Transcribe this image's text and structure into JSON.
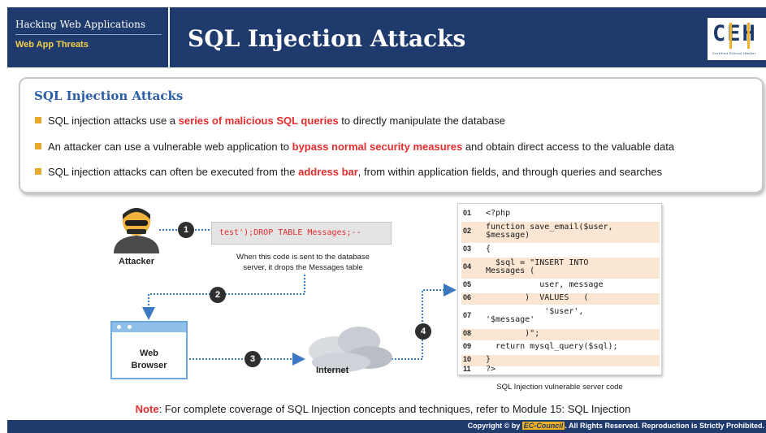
{
  "header": {
    "section": "Hacking Web Applications",
    "subsection": "Web App Threats",
    "title": "SQL Injection Attacks",
    "logo_letters": "CEH",
    "logo_tagline": "Certified Ethical Hacker"
  },
  "summary": {
    "title": "SQL Injection Attacks",
    "bullets": [
      {
        "before": "SQL injection attacks use a ",
        "highlight": "series of malicious SQL queries",
        "after": " to directly manipulate the database"
      },
      {
        "before": "An attacker can use a vulnerable web application to ",
        "highlight": "bypass normal security measures",
        "after": " and obtain direct access to the valuable data"
      },
      {
        "before": "SQL injection attacks can often be executed from the ",
        "highlight": "address bar",
        "after": ", from within application fields, and through queries and searches"
      }
    ]
  },
  "diagram": {
    "attacker_label": "Attacker",
    "injected_code": "test');DROP TABLE Messages;--",
    "injected_caption_line1": "When this code is sent to the database",
    "injected_caption_line2": "server, it drops the Messages table",
    "browser_label_line1": "Web",
    "browser_label_line2": "Browser",
    "internet_label": "Internet",
    "steps": [
      "1",
      "2",
      "3",
      "4"
    ],
    "code_lines": [
      {
        "num": "01",
        "text": "<?php"
      },
      {
        "num": "02",
        "text": "function save_email($user,\n$message)"
      },
      {
        "num": "03",
        "text": "{"
      },
      {
        "num": "04",
        "text": "  $sql = \"INSERT INTO\nMessages ("
      },
      {
        "num": "05",
        "text": "           user, message"
      },
      {
        "num": "06",
        "text": "        )  VALUES   ("
      },
      {
        "num": "07",
        "text": "            '$user',\n'$message'"
      },
      {
        "num": "08",
        "text": "        )\";"
      },
      {
        "num": "09",
        "text": "  return mysql_query($sql);"
      },
      {
        "num": "10",
        "text": "}"
      },
      {
        "num": "11",
        "text": "?>"
      }
    ],
    "code_caption": "SQL Injection vulnerable server code"
  },
  "note": {
    "label": "Note",
    "text": ": For complete coverage of SQL Injection concepts and techniques, refer to Module 15: SQL Injection"
  },
  "footer": {
    "prefix": "Copyright © by ",
    "brand": "EC-Council",
    "suffix": ". All Rights Reserved. Reproduction is Strictly Prohibited."
  },
  "colors": {
    "navy": "#1f3a6d",
    "accent_red": "#e32c2c",
    "title_blue": "#2b5ea7",
    "bullet_gold": "#e8a82a",
    "code_shade": "#fbe6d4"
  }
}
